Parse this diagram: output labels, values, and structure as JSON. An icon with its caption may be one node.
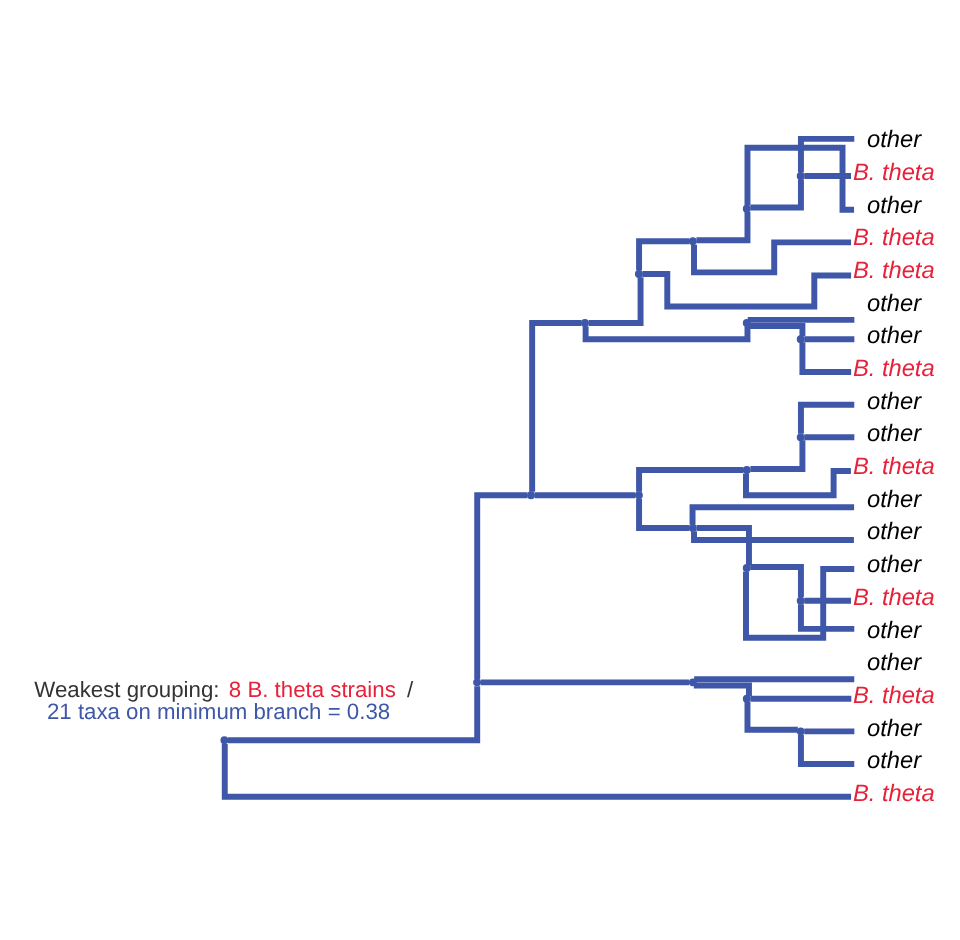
{
  "diagram": {
    "nodes": [
      {
        "text": [
          "other"
        ]
      },
      {
        "text": [
          "B. theta"
        ]
      },
      {
        "text": [
          "other"
        ]
      },
      {
        "text": [
          "B. theta"
        ]
      },
      {
        "text": [
          "B. theta"
        ]
      },
      {
        "text": [
          "other"
        ]
      },
      {
        "text": [
          "other"
        ]
      },
      {
        "text": [
          "B. theta"
        ]
      },
      {
        "text": [
          "other"
        ]
      },
      {
        "text": [
          "other"
        ]
      },
      {
        "text": [
          "B. theta"
        ]
      },
      {
        "text": [
          "other"
        ]
      },
      {
        "text": [
          "other"
        ]
      },
      {
        "text": [
          "other"
        ]
      },
      {
        "text": [
          "B. theta"
        ]
      },
      {
        "text": [
          "other"
        ]
      },
      {
        "text": [
          "other"
        ]
      },
      {
        "text": [
          "B. theta"
        ]
      },
      {
        "text": [
          "other"
        ]
      },
      {
        "text": [
          "other"
        ]
      },
      {
        "text": [
          "B. theta"
        ]
      },
      {
        "text": [],
        "shape": "point"
      },
      {
        "text": [],
        "shape": "point"
      },
      {
        "text": [],
        "shape": "point"
      },
      {
        "text": [],
        "shape": "point"
      },
      {
        "text": [],
        "shape": "point"
      },
      {
        "text": [],
        "shape": "point"
      },
      {
        "text": [],
        "shape": "point"
      },
      {
        "text": [],
        "shape": "point"
      },
      {
        "text": [],
        "shape": "point"
      },
      {
        "text": [],
        "shape": "point"
      },
      {
        "text": [],
        "shape": "point"
      },
      {
        "text": [],
        "shape": "point"
      },
      {
        "text": [],
        "shape": "point"
      },
      {
        "text": [],
        "shape": "point"
      },
      {
        "text": [],
        "shape": "point"
      },
      {
        "text": [],
        "shape": "point"
      },
      {
        "text": [],
        "shape": "point"
      },
      {
        "text": [],
        "shape": "point"
      },
      {
        "text": [],
        "shape": "point"
      }
    ],
    "edges": [
      {
        "from": 21,
        "to": 22,
        "arrow": "none"
      },
      {
        "from": 21,
        "to": 20,
        "arrow": "none"
      },
      {
        "from": 22,
        "to": 23,
        "arrow": "none"
      },
      {
        "from": 22,
        "to": 29,
        "arrow": "none"
      },
      {
        "from": 23,
        "to": 24,
        "arrow": "none"
      },
      {
        "from": 23,
        "to": 26,
        "arrow": "none"
      },
      {
        "from": 24,
        "to": 25,
        "arrow": "none"
      },
      {
        "from": 24,
        "to": 31,
        "arrow": "none"
      },
      {
        "from": 25,
        "to": 27,
        "arrow": "none"
      },
      {
        "from": 25,
        "to": 4,
        "arrow": "none"
      },
      {
        "from": 27,
        "to": 30,
        "arrow": "none"
      },
      {
        "from": 27,
        "to": 3,
        "arrow": "none"
      },
      {
        "from": 30,
        "to": 35,
        "arrow": "none"
      },
      {
        "from": 30,
        "to": 2,
        "arrow": "none"
      },
      {
        "from": 35,
        "to": 0,
        "arrow": "none"
      },
      {
        "from": 35,
        "to": 1,
        "arrow": "none"
      },
      {
        "from": 31,
        "to": 5,
        "arrow": "none"
      },
      {
        "from": 31,
        "to": 36,
        "arrow": "none"
      },
      {
        "from": 36,
        "to": 6,
        "arrow": "none"
      },
      {
        "from": 36,
        "to": 7,
        "arrow": "none"
      },
      {
        "from": 26,
        "to": 32,
        "arrow": "none"
      },
      {
        "from": 26,
        "to": 28,
        "arrow": "none"
      },
      {
        "from": 32,
        "to": 37,
        "arrow": "none"
      },
      {
        "from": 32,
        "to": 10,
        "arrow": "none"
      },
      {
        "from": 37,
        "to": 8,
        "arrow": "none"
      },
      {
        "from": 37,
        "to": 9,
        "arrow": "none"
      },
      {
        "from": 28,
        "to": 11,
        "arrow": "none"
      },
      {
        "from": 28,
        "to": 12,
        "arrow": "none"
      },
      {
        "from": 28,
        "to": 33,
        "arrow": "none"
      },
      {
        "from": 33,
        "to": 13,
        "arrow": "none"
      },
      {
        "from": 33,
        "to": 38,
        "arrow": "none"
      },
      {
        "from": 38,
        "to": 14,
        "arrow": "none"
      },
      {
        "from": 38,
        "to": 15,
        "arrow": "none"
      },
      {
        "from": 29,
        "to": 16,
        "arrow": "none"
      },
      {
        "from": 29,
        "to": 34,
        "arrow": "none"
      },
      {
        "from": 34,
        "to": 17,
        "arrow": "none"
      },
      {
        "from": 34,
        "to": 39,
        "arrow": "none"
      },
      {
        "from": 39,
        "to": 18,
        "arrow": "none"
      },
      {
        "from": 39,
        "to": 19,
        "arrow": "none"
      }
    ],
    "labels": [
      "Weakest grouping:",
      "8 B. theta strains",
      "/",
      "21 taxa on minimum branch = 0.38"
    ]
  }
}
